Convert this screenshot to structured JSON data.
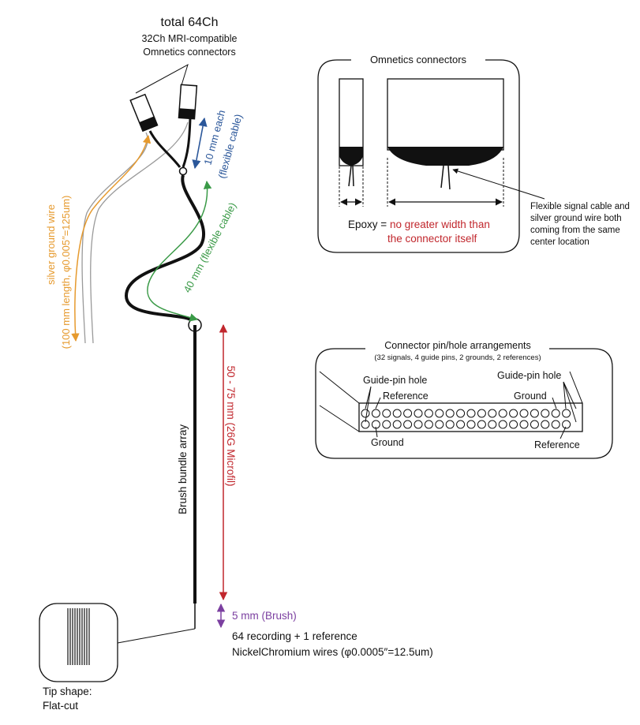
{
  "header": {
    "title": "total 64Ch",
    "subtitle_line1": "32Ch MRI-compatible",
    "subtitle_line2": "Omnetics connectors"
  },
  "labels": {
    "ten_mm_line1": "10 mm each",
    "ten_mm_line2": "(flexible cable)",
    "silver_line1": "silver ground wire",
    "silver_line2": "(100 mm length, φ0.005″=125um)",
    "forty_mm": "40 mm (flexible cable)",
    "microfil": "50 - 75 mm (26G Microfil)",
    "brush_array": "Brush bundle array",
    "five_mm": "5 mm (Brush)",
    "wires_line1": "64 recording + 1 reference",
    "wires_line2": "NickelChromium wires (φ0.0005″=12.5um)",
    "tip_line1": "Tip shape:",
    "tip_line2": "Flat-cut"
  },
  "omnetics_box": {
    "title": "Omnetics connectors",
    "epoxy_prefix": "Epoxy = ",
    "epoxy_red_line1": "no greater width than",
    "epoxy_red_line2": "the connector itself",
    "note_line1": "Flexible signal cable and",
    "note_line2": "silver ground wire both",
    "note_line3": "coming from the same",
    "note_line4": "center location"
  },
  "pin_box": {
    "title": "Connector pin/hole arrangements",
    "subtitle": "(32 signals, 4 guide pins, 2 grounds, 2 references)",
    "guide_left": "Guide-pin hole",
    "reference_top": "Reference",
    "ground_bottom": "Ground",
    "guide_right": "Guide-pin hole",
    "ground_top_right": "Ground",
    "reference_bottom_right": "Reference",
    "holes_per_row": 20
  },
  "colors": {
    "red": "#c1272d",
    "orange": "#e69a2e",
    "blue": "#2b579a",
    "green": "#3a9a47",
    "purple": "#7b3fa0",
    "gray": "#9a9a9a",
    "black": "#111111"
  }
}
